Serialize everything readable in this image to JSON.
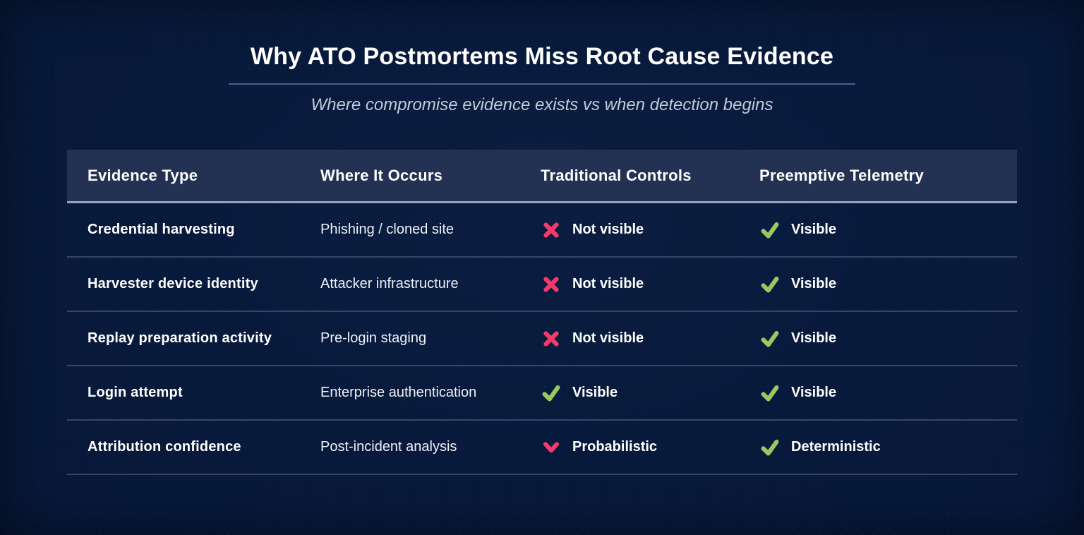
{
  "header": {
    "title": "Why ATO Postmortems Miss Root Cause Evidence",
    "subtitle": "Where compromise evidence exists vs when detection begins"
  },
  "colors": {
    "background": "#071839",
    "header_row_bg": "#233153",
    "positive": "#97c95f",
    "negative": "#f23a6c",
    "title_text": "#ffffff",
    "subtitle_text": "#c3cad9"
  },
  "chart_data": {
    "type": "table",
    "title": "Why ATO Postmortems Miss Root Cause Evidence",
    "subtitle": "Where compromise evidence exists vs when detection begins",
    "columns": [
      "Evidence Type",
      "Where It Occurs",
      "Traditional Controls",
      "Preemptive Telemetry"
    ],
    "rows": [
      {
        "evidence_type": "Credential harvesting",
        "where_it_occurs": "Phishing / cloned site",
        "traditional_controls": {
          "icon": "x-icon",
          "label": "Not visible"
        },
        "preemptive_telemetry": {
          "icon": "check-icon",
          "label": "Visible"
        }
      },
      {
        "evidence_type": "Harvester device identity",
        "where_it_occurs": "Attacker infrastructure",
        "traditional_controls": {
          "icon": "x-icon",
          "label": "Not visible"
        },
        "preemptive_telemetry": {
          "icon": "check-icon",
          "label": "Visible"
        }
      },
      {
        "evidence_type": "Replay preparation activity",
        "where_it_occurs": "Pre-login staging",
        "traditional_controls": {
          "icon": "x-icon",
          "label": "Not visible"
        },
        "preemptive_telemetry": {
          "icon": "check-icon",
          "label": "Visible"
        }
      },
      {
        "evidence_type": "Login attempt",
        "where_it_occurs": "Enterprise authentication",
        "traditional_controls": {
          "icon": "check-icon",
          "label": "Visible"
        },
        "preemptive_telemetry": {
          "icon": "check-icon",
          "label": "Visible"
        }
      },
      {
        "evidence_type": "Attribution confidence",
        "where_it_occurs": "Post-incident analysis",
        "traditional_controls": {
          "icon": "chevron-down-icon",
          "label": "Probabilistic"
        },
        "preemptive_telemetry": {
          "icon": "check-icon",
          "label": "Deterministic"
        }
      }
    ]
  }
}
